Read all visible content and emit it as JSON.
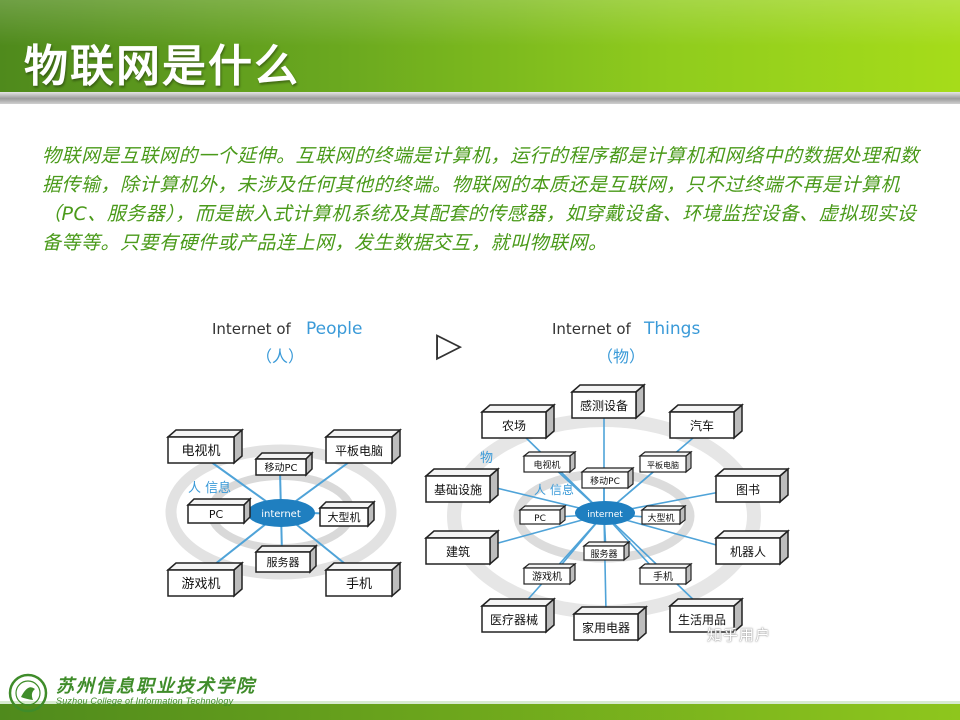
{
  "slide": {
    "title": "物联网是什么",
    "paragraph": "物联网是互联网的一个延伸。互联网的终端是计算机，运行的程序都是计算机和网络中的数据处理和数据传输，除计算机外，未涉及任何其他的终端。物联网的本质还是互联网，只不过终端不再是计算机（PC、服务器），而是嵌入式计算机系统及其配套的传感器，如穿戴设备、环境监控设备、虚拟现实设备等等。只要有硬件或产品连上网，发生数据交互，就叫物联网。"
  },
  "colors": {
    "title_green": "#6aa81f",
    "text_green": "#4a9a1a",
    "line_blue": "#4fa3d8",
    "hub_blue": "#1f7fc0"
  },
  "diagram": {
    "people": {
      "heading_prefix": "Internet of",
      "heading_word": "People",
      "subtitle": "（人）",
      "hub": "internet",
      "ring_label": "人 信息",
      "nodes": {
        "tv": "电视机",
        "tablet": "平板电脑",
        "mobile_pc": "移动PC",
        "pc": "PC",
        "mainframe": "大型机",
        "server": "服务器",
        "game": "游戏机",
        "phone": "手机"
      }
    },
    "arrow": "▷",
    "things": {
      "heading_prefix": "Internet of",
      "heading_word": "Things",
      "subtitle": "（物）",
      "hub": "internet",
      "ring_label": "人 信息",
      "outer_label": "物",
      "outer_nodes": {
        "sensor": "感测设备",
        "farm": "农场",
        "car": "汽车",
        "infra": "基础设施",
        "book": "图书",
        "building": "建筑",
        "robot": "机器人",
        "medical": "医疗器械",
        "appliance": "家用电器",
        "daily": "生活用品"
      },
      "inner_nodes": {
        "tv": "电视机",
        "mobile_pc": "移动PC",
        "tablet": "平板电脑",
        "pc": "PC",
        "mainframe": "大型机",
        "server": "服务器",
        "game": "游戏机",
        "phone": "手机"
      }
    }
  },
  "watermark": "知乎用户",
  "footer": {
    "school_cn": "苏州信息职业技术学院",
    "school_en": "Suzhou College of Information Technology"
  }
}
